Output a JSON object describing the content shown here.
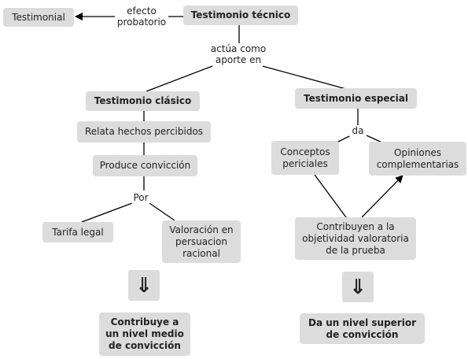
{
  "nodes": {
    "testimonial": "Testimonial",
    "testimonio_tecnico": "Testimonio técnico",
    "testimonio_clasico": "Testimonio clásico",
    "testimonio_especial": "Testimonio especial",
    "relata": "Relata hechos percibidos",
    "produce": "Produce convicción",
    "tarifa": "Tarifa legal",
    "valoracion": "Valoración en\npersuacion\nracional",
    "conceptos": "Conceptos\npericiales",
    "opiniones": "Opiniones\ncomplementarias",
    "contribuyen": "Contribuyen a la\nobjetividad valoratoria\nde la prueba",
    "contribuye_medio": "Contribuye a\nun nivel medio\nde convicción",
    "nivel_superior": "Da un nivel superior\nde convicción"
  },
  "labels": {
    "efecto": "efecto\nprobatorio",
    "actua": "actúa como\naporte en",
    "da": "da",
    "por": "Por"
  },
  "icons": {
    "down_arrow_left": "⇓",
    "down_arrow_right": "⇓"
  }
}
